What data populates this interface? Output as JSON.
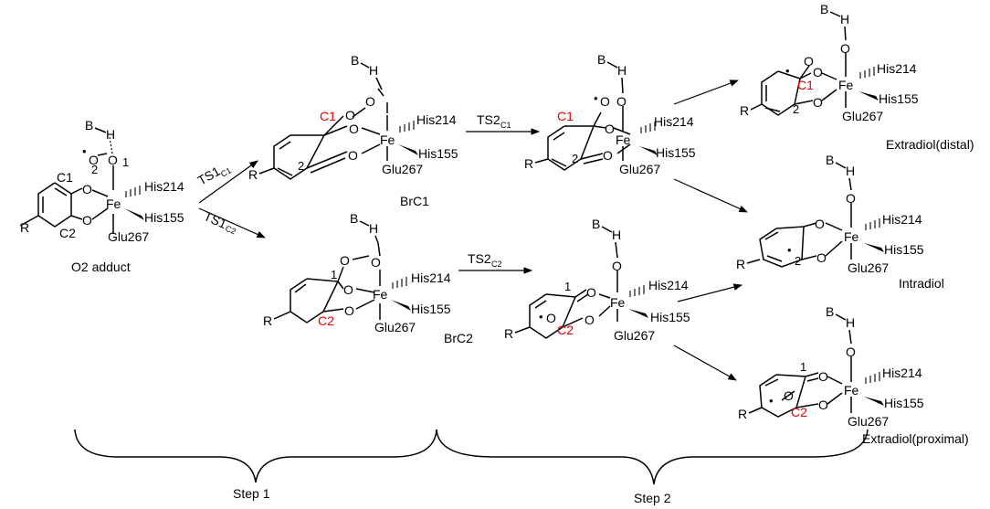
{
  "labels": {
    "o2_adduct": "O2 adduct",
    "brc1": "BrC1",
    "brc2": "BrC2",
    "extradiol_distal": "Extradiol(distal)",
    "intradiol": "Intradiol",
    "extradiol_proximal": "Extradiol(proximal)",
    "step1": "Step 1",
    "step2": "Step 2"
  },
  "transitions": {
    "ts1c1_main": "TS1",
    "ts1c1_sub": "C1",
    "ts1c2_main": "TS1",
    "ts1c2_sub": "C2",
    "ts2c1_main": "TS2",
    "ts2c1_sub": "C1",
    "ts2c2_main": "TS2",
    "ts2c2_sub": "C2"
  },
  "atoms": {
    "fe": "Fe",
    "o": "O",
    "b": "B",
    "h": "H",
    "r": "R",
    "c1": "C1",
    "c2": "C2",
    "one": "1",
    "two": "2",
    "radical": "•"
  },
  "ligands": {
    "his214": "His214",
    "his155": "His155",
    "glu267": "Glu267"
  },
  "colors": {
    "highlight": "#e00000",
    "ink": "#000000"
  }
}
